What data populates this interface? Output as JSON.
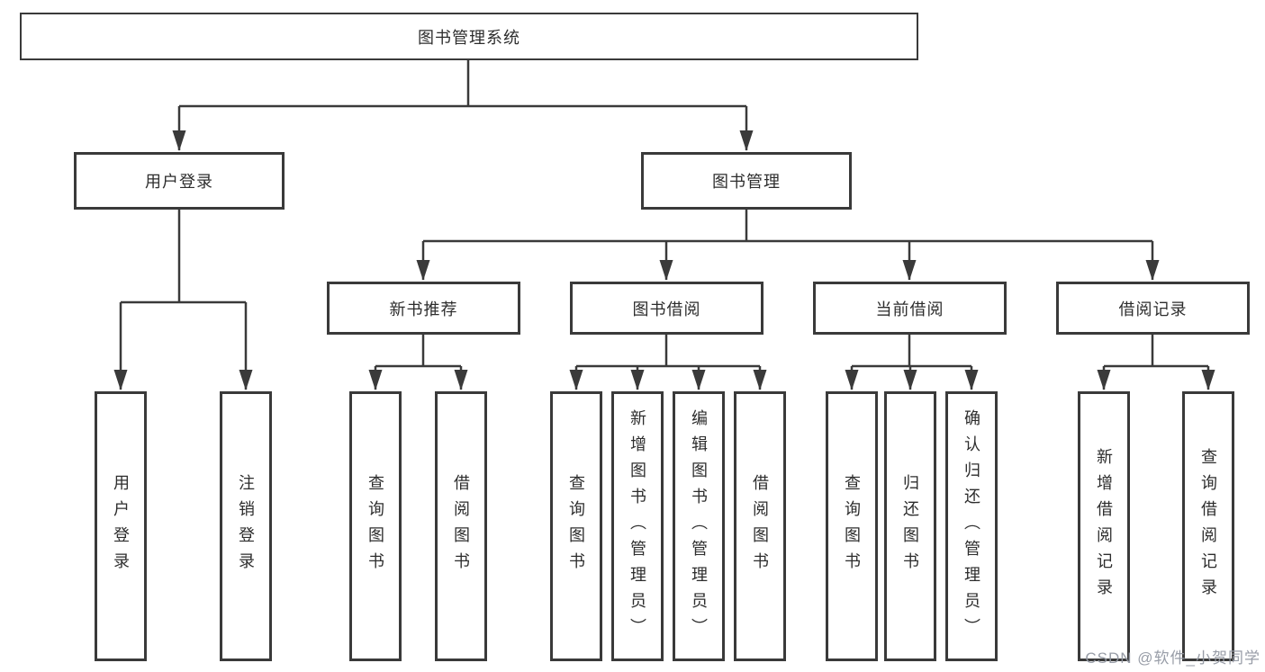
{
  "tree": {
    "root": "图书管理系统",
    "user_branch": {
      "label": "用户登录",
      "leaves": [
        "用户登录",
        "注销登录"
      ]
    },
    "book_branch": {
      "label": "图书管理",
      "groups": [
        {
          "label": "新书推荐",
          "leaves": [
            "查询图书",
            "借阅图书"
          ]
        },
        {
          "label": "图书借阅",
          "leaves": [
            "查询图书",
            "新增图书（管理员）",
            "编辑图书（管理员）",
            "借阅图书"
          ]
        },
        {
          "label": "当前借阅",
          "leaves": [
            "查询图书",
            "归还图书",
            "确认归还（管理员）"
          ]
        },
        {
          "label": "借阅记录",
          "leaves": [
            "新增借阅记录",
            "查询借阅记录"
          ]
        }
      ]
    }
  },
  "watermark": "CSDN @软件_小贺同学",
  "colors": {
    "line": "#3a3a3a",
    "text": "#2d2d2d",
    "watermark": "#9298a2"
  }
}
